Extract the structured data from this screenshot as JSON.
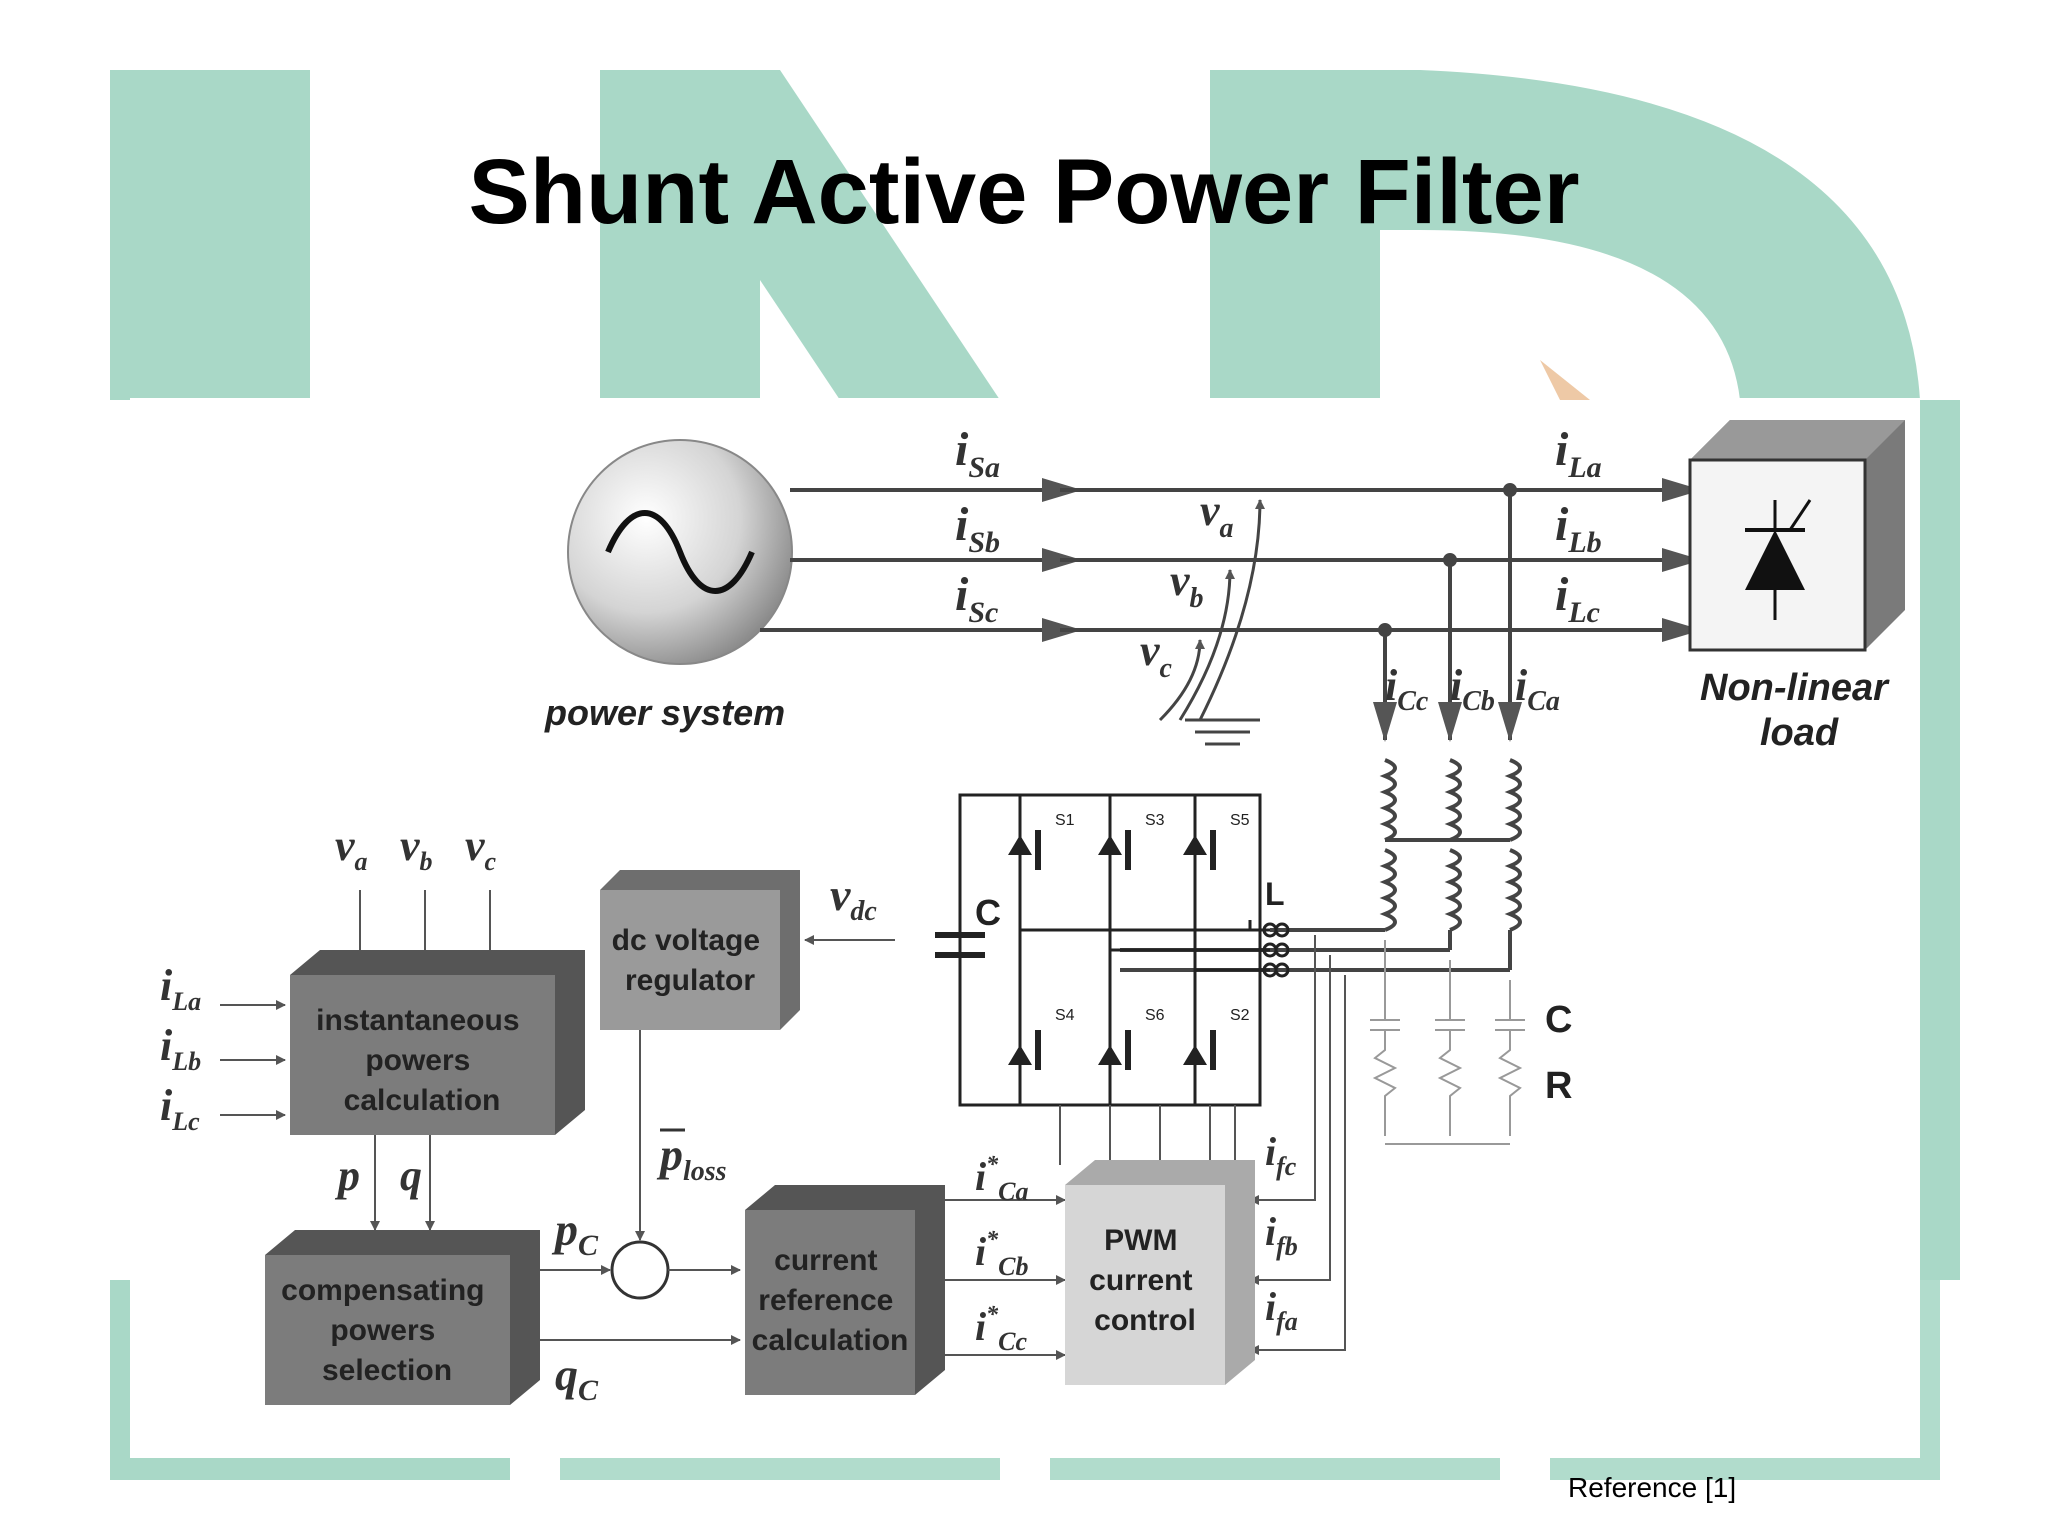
{
  "slide": {
    "title": "Shunt Active Power Filter",
    "reference": "Reference [1]",
    "watermark_color": "#a9d8c7"
  },
  "diagram": {
    "source_label": "power system",
    "load_label_1": "Non-linear",
    "load_label_2": "load",
    "line_currents_source": [
      "i",
      "Sa",
      "i",
      "Sb",
      "i",
      "Sc"
    ],
    "line_currents_load": [
      "i",
      "La",
      "i",
      "Lb",
      "i",
      "Lc"
    ],
    "phase_voltages": [
      "v",
      "a",
      "v",
      "b",
      "v",
      "c"
    ],
    "filter_currents": [
      "i",
      "Cc",
      "i",
      "Cb",
      "i",
      "Ca"
    ],
    "switches": [
      "S1",
      "S3",
      "S5",
      "S4",
      "S6",
      "S2"
    ],
    "dc_cap_label": "C",
    "inductor_label": "L",
    "passive_c_label": "C",
    "passive_r_label": "R",
    "vdc": [
      "v",
      "dc"
    ],
    "blocks": {
      "inst_powers": [
        "instantaneous",
        "powers",
        "calculation"
      ],
      "dc_regulator": [
        "dc voltage",
        "regulator"
      ],
      "comp_powers": [
        "compensating",
        "powers",
        "selection"
      ],
      "current_ref": [
        "current",
        "reference",
        "calculation"
      ],
      "pwm": [
        "PWM",
        "current",
        "control"
      ]
    },
    "inst_inputs_v": [
      "v",
      "a",
      "v",
      "b",
      "v",
      "c"
    ],
    "inst_inputs_i": [
      "i",
      "La",
      "i",
      "Lb",
      "i",
      "Lc"
    ],
    "p_label": "p",
    "q_label": "q",
    "pc": [
      "p",
      "C"
    ],
    "qc": [
      "q",
      "C"
    ],
    "ploss": [
      "p",
      "loss"
    ],
    "ref_currents": [
      "i",
      "*",
      "Ca",
      "i",
      "*",
      "Cb",
      "i",
      "*",
      "Cc"
    ],
    "feedback_currents": [
      "i",
      "fc",
      "i",
      "fb",
      "i",
      "fa"
    ]
  }
}
